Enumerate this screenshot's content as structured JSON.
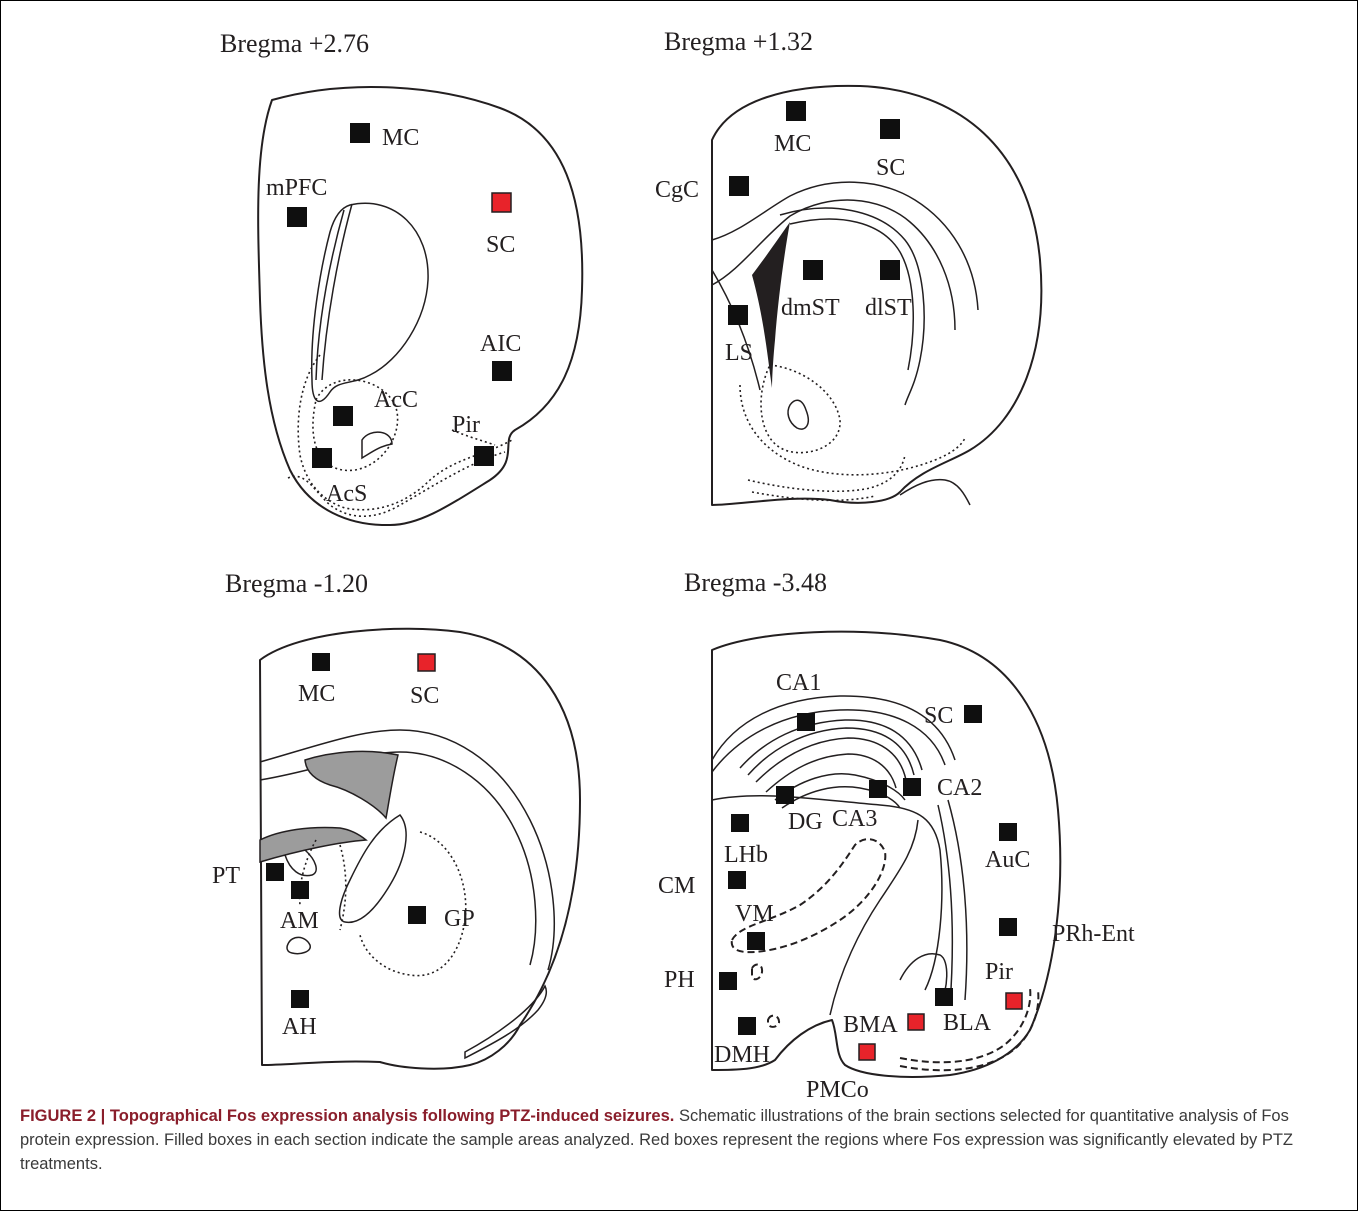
{
  "colors": {
    "significant_box": "#e8232a",
    "sample_box": "#0f0f0f",
    "caption_lead": "#8a1e2b"
  },
  "sections": [
    {
      "title": "Bregma +2.76",
      "regions": [
        {
          "label": "MC",
          "box": "black"
        },
        {
          "label": "mPFC",
          "box": "black"
        },
        {
          "label": "SC",
          "box": "red"
        },
        {
          "label": "AIC",
          "box": "black"
        },
        {
          "label": "AcC",
          "box": "black"
        },
        {
          "label": "AcS",
          "box": "black"
        },
        {
          "label": "Pir",
          "box": "black"
        }
      ]
    },
    {
      "title": "Bregma +1.32",
      "regions": [
        {
          "label": "MC",
          "box": "black"
        },
        {
          "label": "SC",
          "box": "black"
        },
        {
          "label": "CgC",
          "box": "black"
        },
        {
          "label": "dmST",
          "box": "black"
        },
        {
          "label": "dlST",
          "box": "black"
        },
        {
          "label": "LS",
          "box": "black"
        }
      ]
    },
    {
      "title": "Bregma -1.20",
      "regions": [
        {
          "label": "MC",
          "box": "black"
        },
        {
          "label": "SC",
          "box": "red"
        },
        {
          "label": "PT",
          "box": "black"
        },
        {
          "label": "AM",
          "box": "black"
        },
        {
          "label": "GP",
          "box": "black"
        },
        {
          "label": "AH",
          "box": "black"
        }
      ]
    },
    {
      "title": "Bregma -3.48",
      "regions": [
        {
          "label": "CA1",
          "box": "black"
        },
        {
          "label": "SC",
          "box": "black"
        },
        {
          "label": "CA2",
          "box": "black"
        },
        {
          "label": "DG",
          "box": "black"
        },
        {
          "label": "CA3",
          "box": "black"
        },
        {
          "label": "LHb",
          "box": "black"
        },
        {
          "label": "AuC",
          "box": "black"
        },
        {
          "label": "CM",
          "box": "black"
        },
        {
          "label": "VM",
          "box": "black"
        },
        {
          "label": "PRh-Ent",
          "box": "black"
        },
        {
          "label": "PH",
          "box": "black"
        },
        {
          "label": "Pir",
          "box": "red"
        },
        {
          "label": "BMA",
          "box": "red"
        },
        {
          "label": "BLA",
          "box": "black"
        },
        {
          "label": "DMH",
          "box": "black"
        },
        {
          "label": "PMCo",
          "box": "red"
        }
      ]
    }
  ],
  "caption": {
    "lead": "FIGURE 2 | Topographical Fos expression analysis following PTZ-induced seizures.",
    "body": " Schematic illustrations of the brain sections selected for quantitative analysis of Fos protein expression. Filled boxes in each section indicate the sample areas analyzed. Red boxes represent the regions where Fos expression was significantly elevated by PTZ treatments."
  }
}
